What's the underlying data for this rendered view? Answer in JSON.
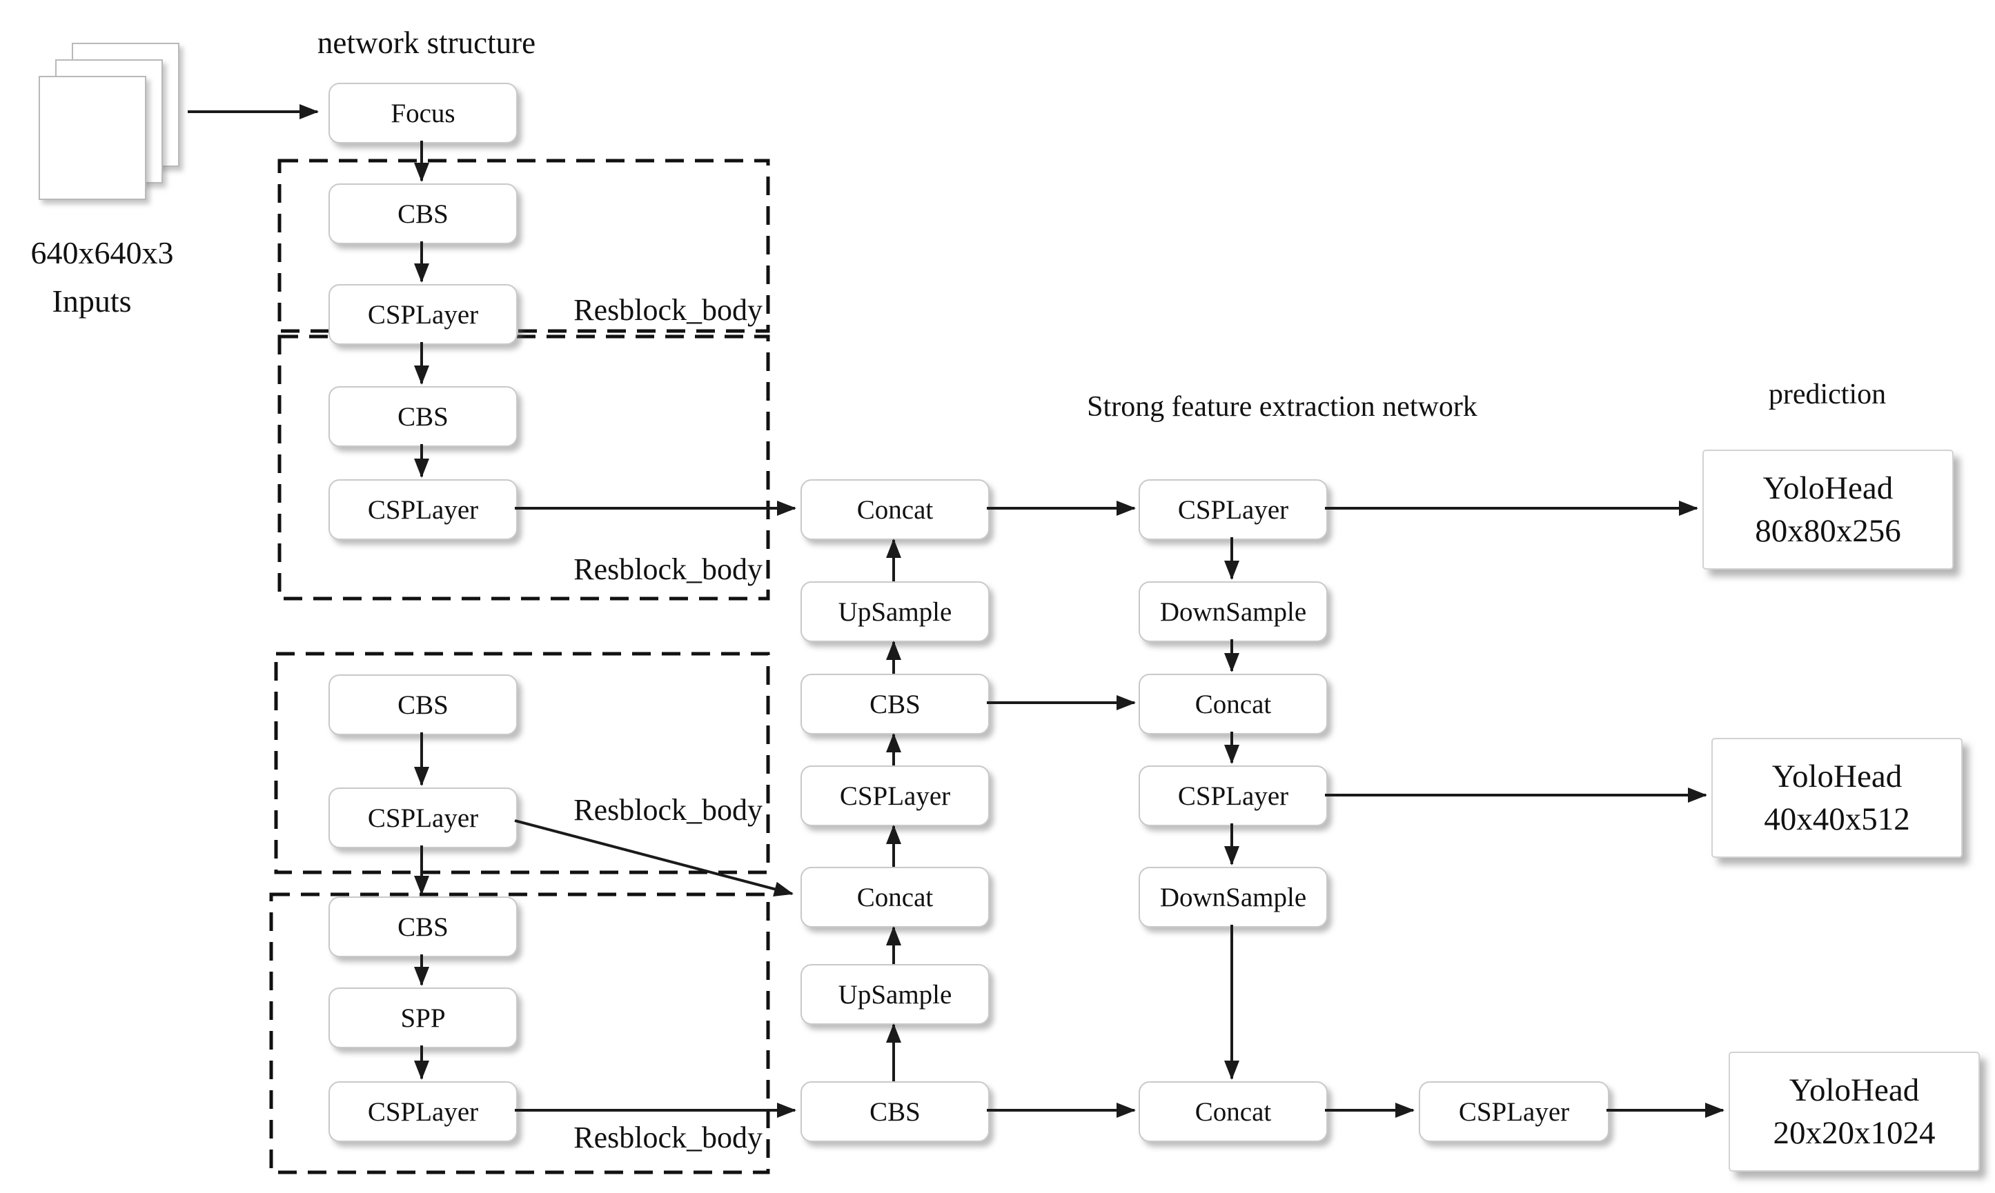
{
  "title": "network structure",
  "input": {
    "size": "640x640x3",
    "caption": "Inputs"
  },
  "sections": {
    "resblock_label": "Resblock_body",
    "neck_title": "Strong feature extraction network",
    "head_title": "prediction"
  },
  "nodes": {
    "focus": "Focus",
    "cbs1": "CBS",
    "csp1": "CSPLayer",
    "cbs2": "CBS",
    "csp2": "CSPLayer",
    "cbs3": "CBS",
    "csp3": "CSPLayer",
    "cbs4": "CBS",
    "spp": "SPP",
    "csp4": "CSPLayer",
    "concat_a": "Concat",
    "upsample_a": "UpSample",
    "cbs_a": "CBS",
    "csp_b": "CSPLayer",
    "concat_b": "Concat",
    "upsample_b": "UpSample",
    "cbs_b": "CBS",
    "csp_r1": "CSPLayer",
    "downsample_r1": "DownSample",
    "concat_r1": "Concat",
    "csp_r2": "CSPLayer",
    "downsample_r2": "DownSample",
    "concat_r2": "Concat",
    "csp_r3": "CSPLayer"
  },
  "heads": {
    "p3": {
      "name": "YoloHead",
      "shape": "80x80x256"
    },
    "p4": {
      "name": "YoloHead",
      "shape": "40x40x512"
    },
    "p5": {
      "name": "YoloHead",
      "shape": "20x20x1024"
    }
  },
  "colors": {
    "background": "#ffffff",
    "line": "#1a1a1a",
    "box_border": "#c9c9c9",
    "text": "#111111"
  }
}
